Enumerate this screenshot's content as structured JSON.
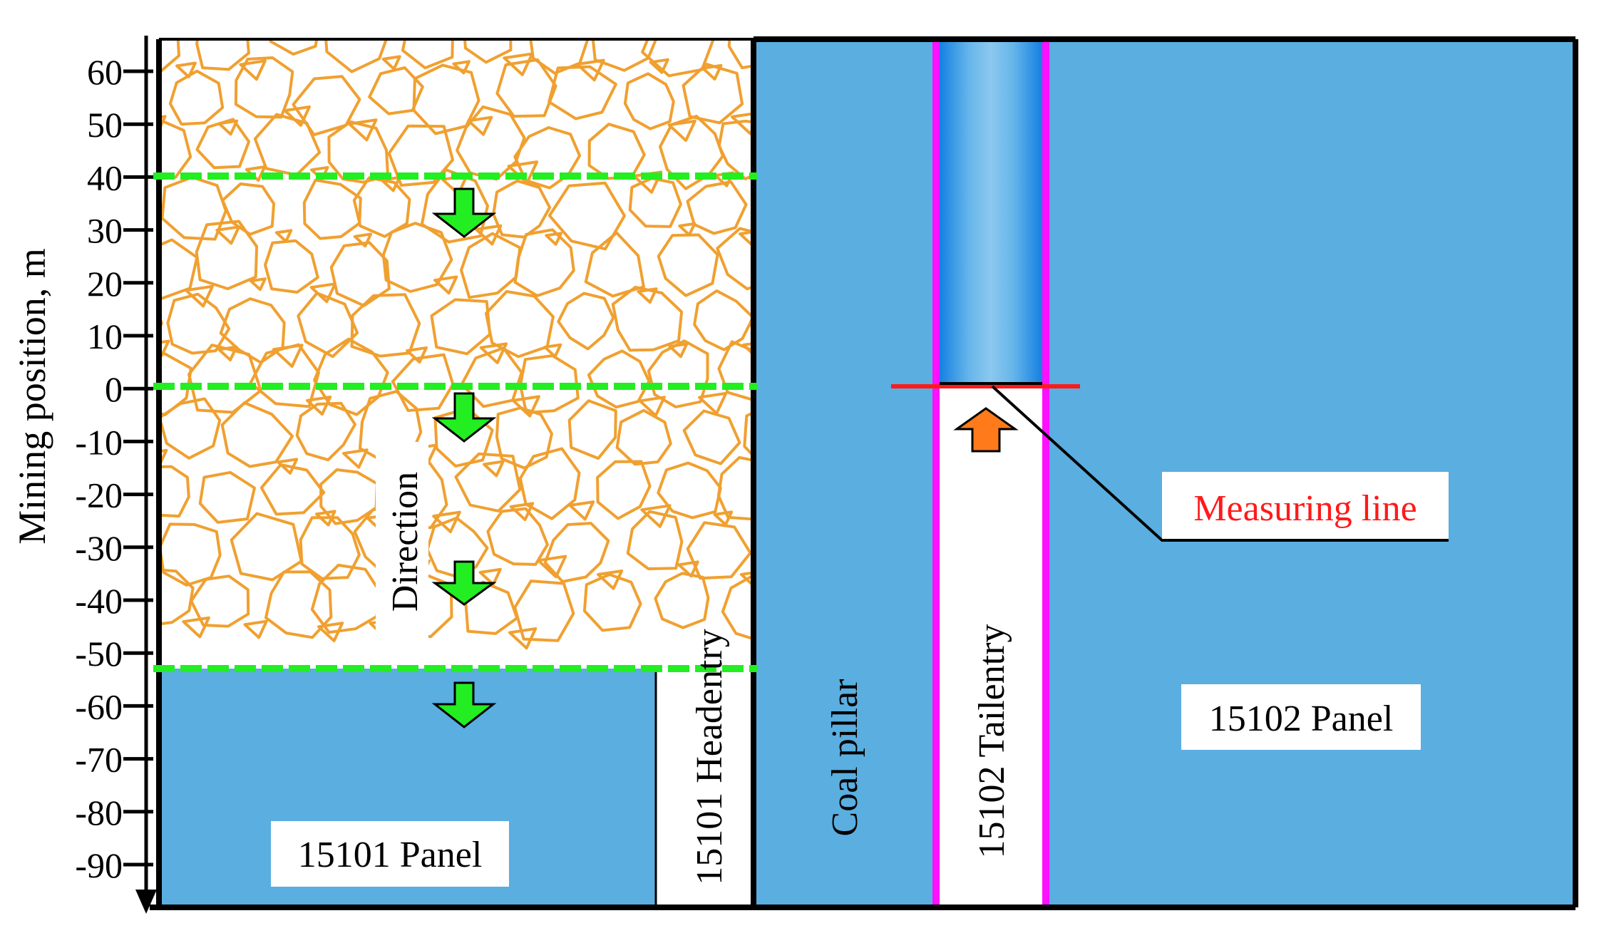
{
  "axis": {
    "ylabel": "Mining position, m",
    "ticks": [
      "60",
      "50",
      "40",
      "30",
      "20",
      "10",
      "0",
      "-10",
      "-20",
      "-30",
      "-40",
      "-50",
      "-60",
      "-70",
      "-80",
      "-90"
    ]
  },
  "labels": {
    "direction": "Direction",
    "headentry": "15101 Headentry",
    "panel_15101": "15101 Panel",
    "coal_pillar": "Coal pillar",
    "tailentry": "15102 Tailentry",
    "panel_15102": "15102 Panel",
    "measuring_line": "Measuring line"
  },
  "colors": {
    "panel_blue": "#5aaee0",
    "gob_stroke": "#f0a030",
    "green_line": "#22ee22",
    "tail_edge": "#ff10ff",
    "measuring_red": "#ff1a1a",
    "arrow_orange": "#ff7a1a",
    "arrow_green": "#22ee22",
    "gradient_dark": "#0a7ae0"
  }
}
